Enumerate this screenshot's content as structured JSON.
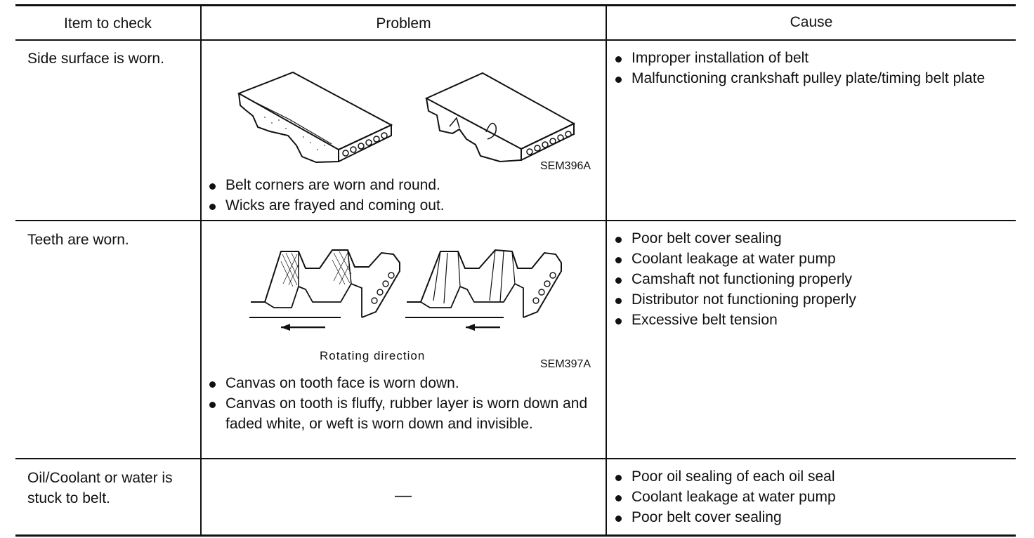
{
  "headers": {
    "item": "Item to check",
    "problem": "Problem",
    "cause": "Cause"
  },
  "rows": [
    {
      "item": "Side surface is worn.",
      "figure_code": "SEM396A",
      "problems": [
        "Belt corners are worn and round.",
        "Wicks are frayed and coming out."
      ],
      "causes": [
        "Improper installation of belt",
        "Malfunctioning crankshaft pulley plate/timing belt plate"
      ]
    },
    {
      "item": "Teeth are worn.",
      "figure_code": "SEM397A",
      "figure_caption": "Rotating direction",
      "problems": [
        "Canvas on tooth face is worn down.",
        "Canvas on tooth is fluffy, rubber layer is worn down and faded white, or weft is worn down and invisible."
      ],
      "causes": [
        "Poor belt cover sealing",
        "Coolant leakage at water pump",
        "Camshaft not functioning properly",
        "Distributor not functioning properly",
        "Excessive belt tension"
      ]
    },
    {
      "item": "Oil/Coolant or water is stuck to belt.",
      "problem_text": "—",
      "causes": [
        "Poor oil sealing of each oil seal",
        "Coolant leakage at water pump",
        "Poor belt cover sealing"
      ]
    }
  ]
}
